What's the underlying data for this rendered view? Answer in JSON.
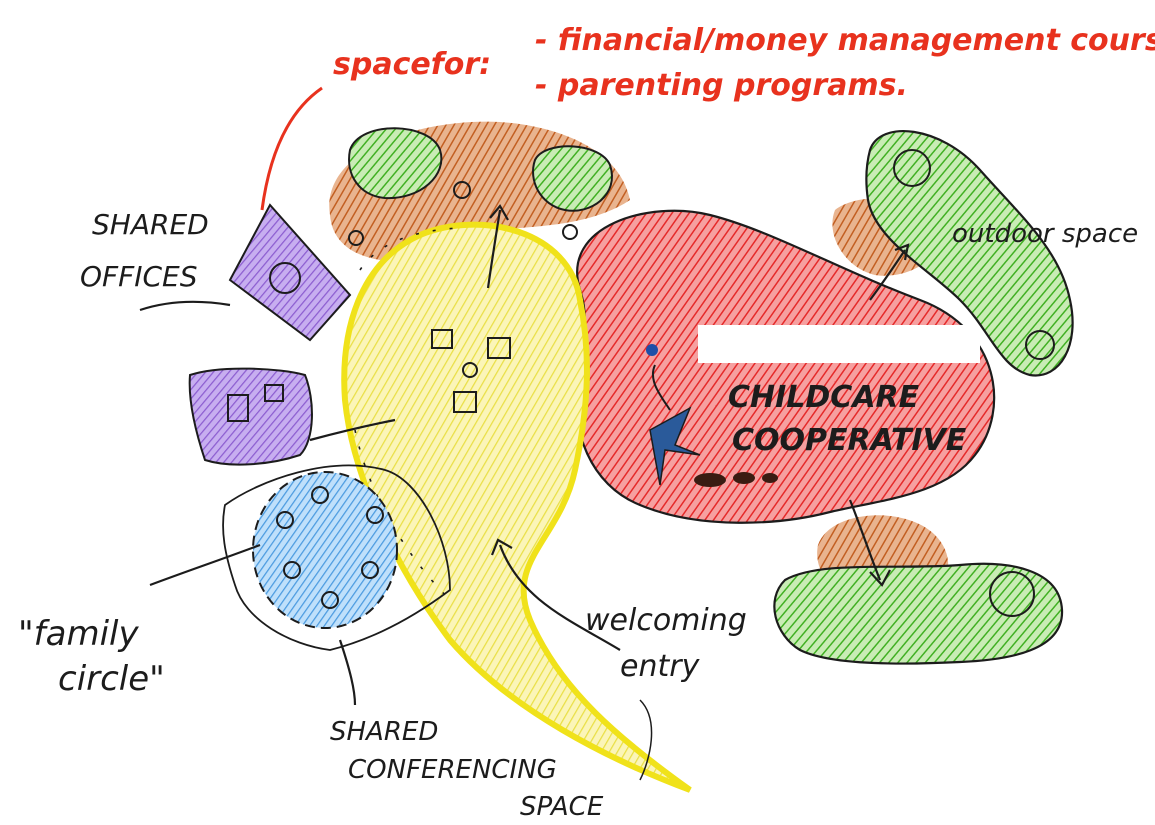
{
  "note": {
    "prefix": "spacefor:",
    "line1": "- financial/money management course",
    "line2": "- parenting programs."
  },
  "labels": {
    "shared_offices_1": "SHARED",
    "shared_offices_2": "OFFICES",
    "outdoor_space": "outdoor space",
    "childcare_1": "CHILDCARE",
    "childcare_2": "COOPERATIVE",
    "family_circle_1": "\"family",
    "family_circle_2": "circle\"",
    "welcoming_1": "welcoming",
    "welcoming_2": "entry",
    "conferencing_1": "SHARED",
    "conferencing_2": "CONFERENCING",
    "conferencing_3": "SPACE"
  },
  "colors": {
    "red_ink": "#e8321e",
    "black_ink": "#1c1c1c",
    "childcare_fill": "#ef3a3a",
    "yellow_path": "#f4e61b",
    "green_fill": "#4fbf2c",
    "brown_fill": "#c8682a",
    "purple_fill": "#9a6ad0",
    "blue_fill": "#5aa8e8"
  }
}
